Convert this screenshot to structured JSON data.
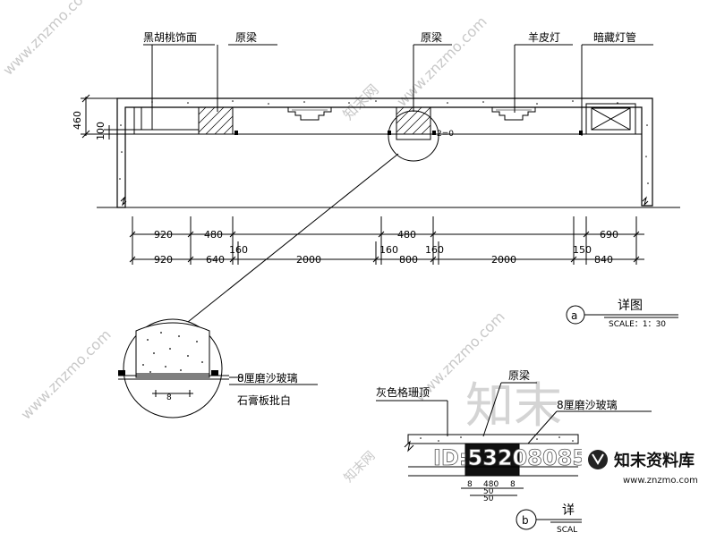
{
  "labels": {
    "walnut": "黑胡桃饰面",
    "beam_left": "原梁",
    "beam_center": "原梁",
    "lamp": "羊皮灯",
    "hidden_light": "暗藏灯管",
    "glass": "8厘磨沙玻璃",
    "gypsum": "石膏板批白",
    "grille": "灰色格珊顶",
    "beam_b": "原梁",
    "glass_b": "8厘磨沙玻璃"
  },
  "dims": {
    "h460": "460",
    "h100": "100",
    "r1": [
      "920",
      "480",
      "480",
      "690"
    ],
    "r2": [
      "920",
      "640",
      "2000",
      "800",
      "2000",
      "840"
    ],
    "r2_small": [
      "160",
      "160",
      "160",
      "150"
    ],
    "center_small": "2=0",
    "detail_small": "8",
    "detail_b": [
      "8",
      "480",
      "8",
      "50",
      "50"
    ]
  },
  "callouts": {
    "a": {
      "letter": "a",
      "title": "详图",
      "scale": "SCALE：1：30"
    },
    "b": {
      "letter": "b",
      "title": "详",
      "scale": "SCAL"
    }
  },
  "watermark": {
    "url": "www.znzmo.com",
    "brand": "知末网",
    "big": "知末",
    "id": "ID:532080857",
    "badge": "知末资料库",
    "badge_url": "www.znzmo.com"
  }
}
